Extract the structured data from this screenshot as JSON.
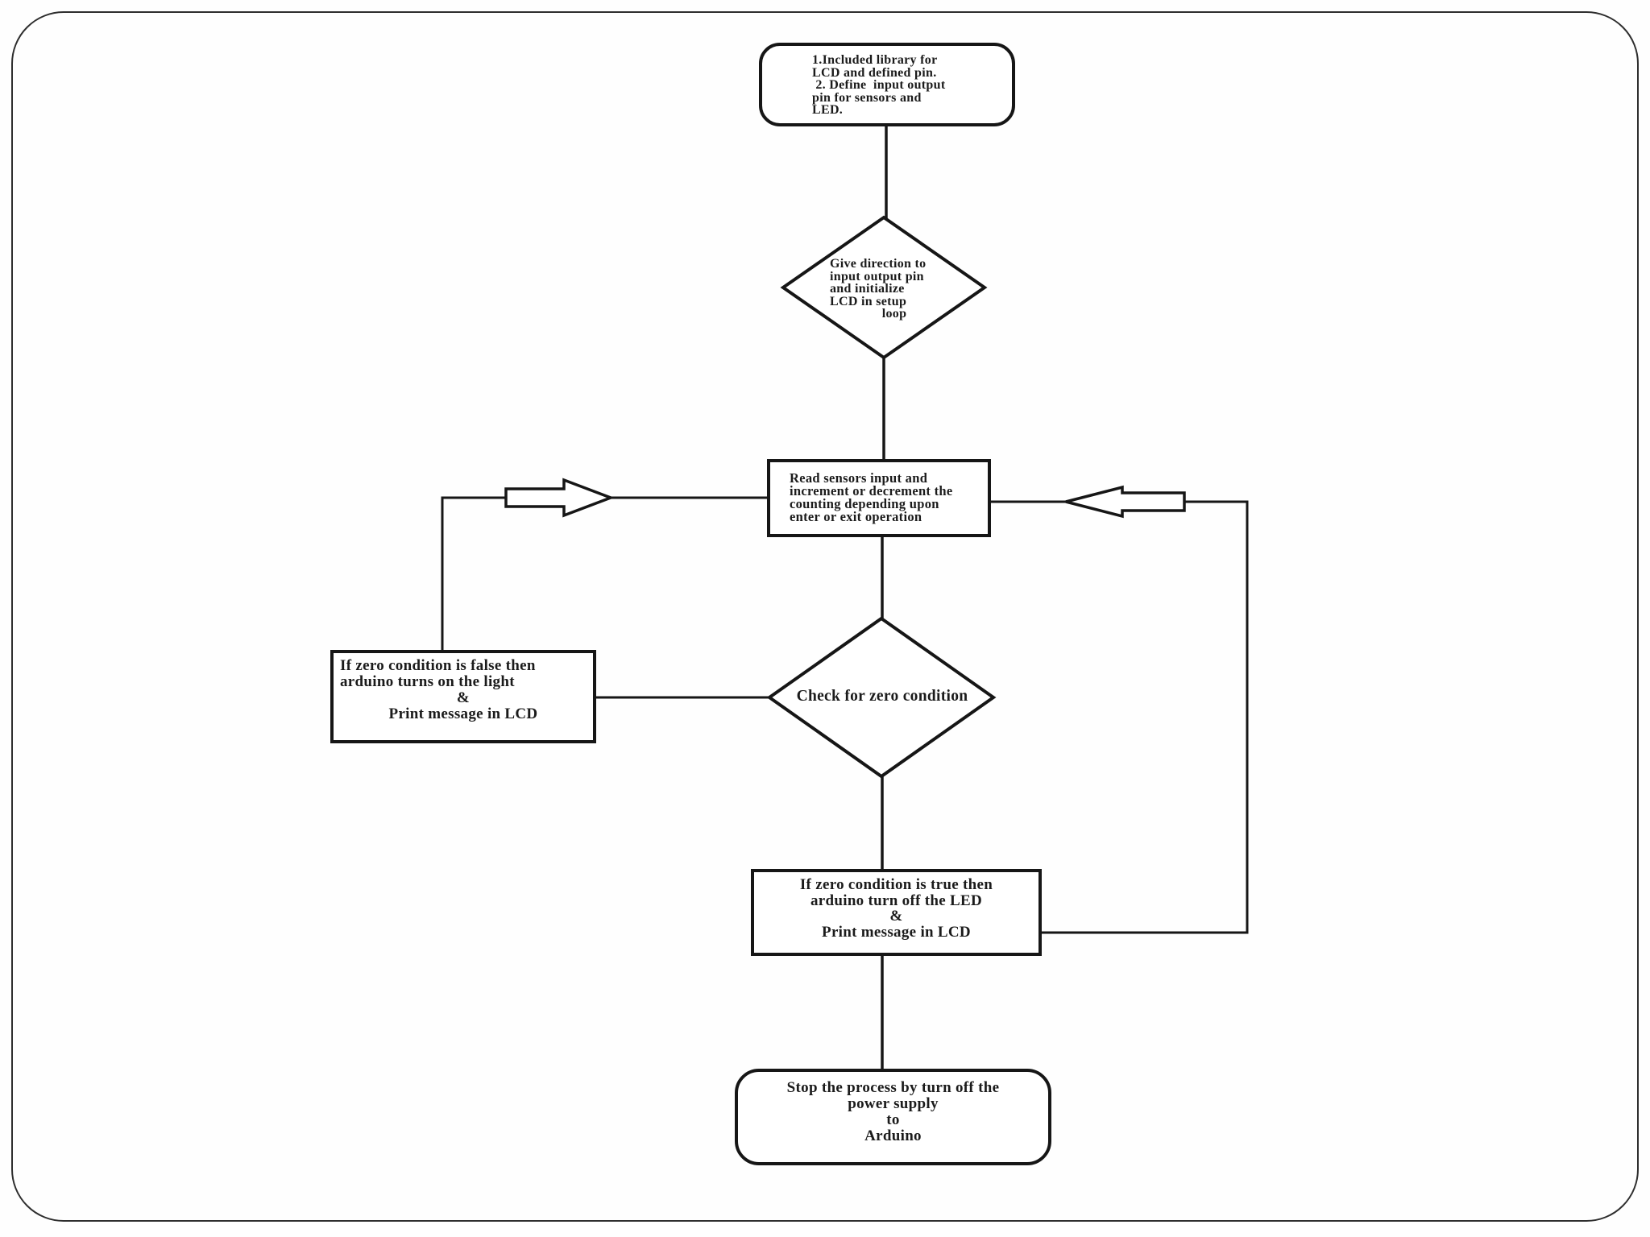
{
  "flowchart": {
    "colors": {
      "stroke": "#161616",
      "background": "#ffffff",
      "text": "#1b1b1b"
    },
    "nodes": {
      "start": {
        "shape": "rounded-rectangle",
        "lines": [
          "1.Included library for",
          "LCD and defined pin.",
          " 2. Define  input output",
          "pin for sensors and",
          "LED."
        ]
      },
      "setup": {
        "shape": "diamond",
        "lines": [
          "Give direction to",
          "input output pin",
          "and initialize",
          "LCD in setup",
          "loop"
        ]
      },
      "read": {
        "shape": "rectangle",
        "lines": [
          "Read sensors input and",
          "increment or decrement the",
          "counting depending upon",
          "enter or exit operation"
        ]
      },
      "zero_check": {
        "shape": "diamond",
        "lines": [
          "Check for zero condition"
        ]
      },
      "false_branch": {
        "shape": "rectangle",
        "lines": [
          "If zero condition is false then",
          "arduino turns on the light",
          "&",
          "Print message in LCD"
        ]
      },
      "true_branch": {
        "shape": "rectangle",
        "lines": [
          "If zero condition is true then",
          "arduino turn off the LED",
          "&",
          "Print message in LCD"
        ]
      },
      "stop": {
        "shape": "rounded-rectangle",
        "lines": [
          "Stop the process by turn off the",
          "power supply",
          "to",
          "Arduino"
        ]
      }
    }
  }
}
